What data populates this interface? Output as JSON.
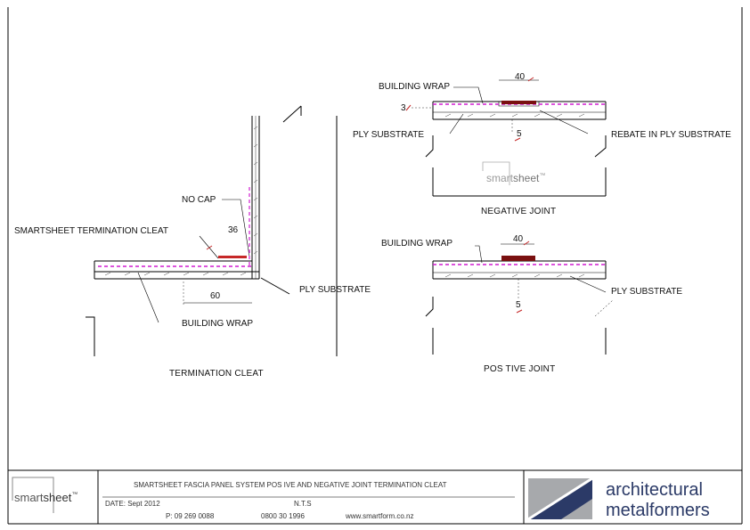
{
  "termination": {
    "label_no_cap": "NO CAP",
    "label_cleat": "SMARTSHEET TERMINATION CLEAT",
    "label_ply": "PLY SUBSTRATE",
    "label_wrap": "BUILDING WRAP",
    "dim_36": "36",
    "dim_60": "60",
    "title": "TERMINATION CLEAT"
  },
  "negative": {
    "label_wrap": "BUILDING WRAP",
    "label_ply": "PLY SUBSTRATE",
    "label_rebate": "REBATE IN PLY SUBSTRATE",
    "dim_40": "40",
    "dim_3": "3",
    "dim_5": "5",
    "title": "NEGATIVE JOINT"
  },
  "positive": {
    "label_wrap": "BUILDING WRAP",
    "label_ply": "PLY SUBSTRATE",
    "dim_40": "40",
    "dim_5": "5",
    "title": "POS TIVE JOINT"
  },
  "logo": {
    "word_smart": "smart",
    "word_sheet": "sheet",
    "tm": "™"
  },
  "title_block": {
    "drawing_title": "SMARTSHEET FASCIA PANEL SYSTEM POS  IVE AND NEGATIVE JOINT TERMINATION CLEAT",
    "date": "DATE: Sept 2012",
    "scale": "N.T.S",
    "phone": "P: 09 269 0088",
    "freephone": "0800 30 1996",
    "web": "www.smartform.co.nz"
  },
  "brand": {
    "line1": "architectural",
    "line2": "metalformers"
  },
  "colors": {
    "wrap_line": "#d01ad0",
    "cleat": "#c62828",
    "cleat_dark": "#7a1010",
    "brand_navy": "#2b3a67",
    "brand_grey": "#a7a9ac"
  }
}
